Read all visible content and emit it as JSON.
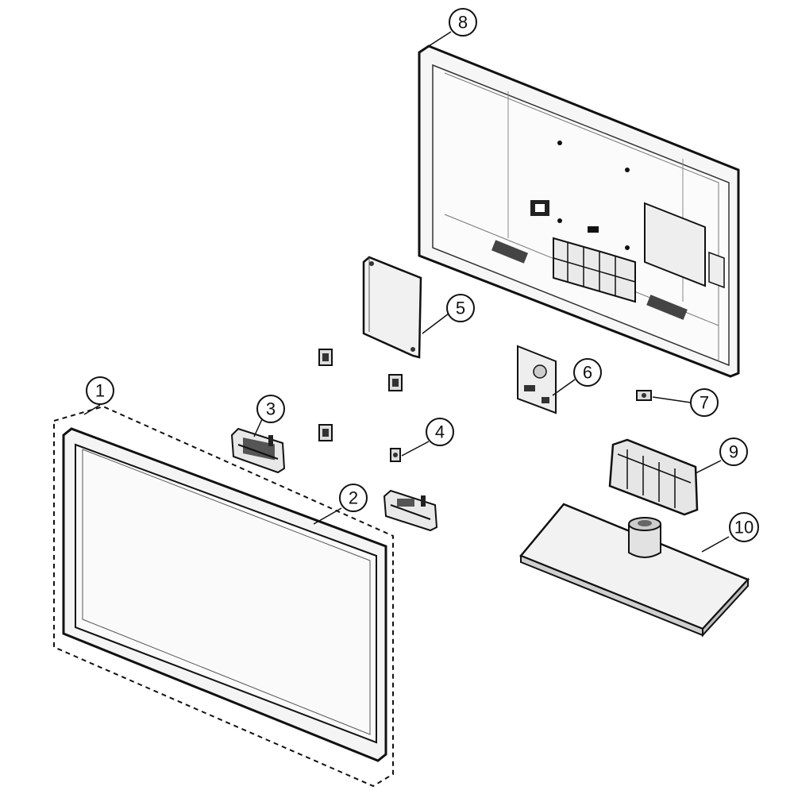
{
  "callouts": [
    {
      "id": "1",
      "label": "1"
    },
    {
      "id": "2",
      "label": "2"
    },
    {
      "id": "3",
      "label": "3"
    },
    {
      "id": "4",
      "label": "4"
    },
    {
      "id": "5",
      "label": "5"
    },
    {
      "id": "6",
      "label": "6"
    },
    {
      "id": "7",
      "label": "7"
    },
    {
      "id": "8",
      "label": "8"
    },
    {
      "id": "9",
      "label": "9"
    },
    {
      "id": "10",
      "label": "10"
    }
  ],
  "colors": {
    "line": "#111111",
    "panel": "#f2f2f2",
    "shade": "#9a9a9a",
    "paper": "#ffffff"
  }
}
